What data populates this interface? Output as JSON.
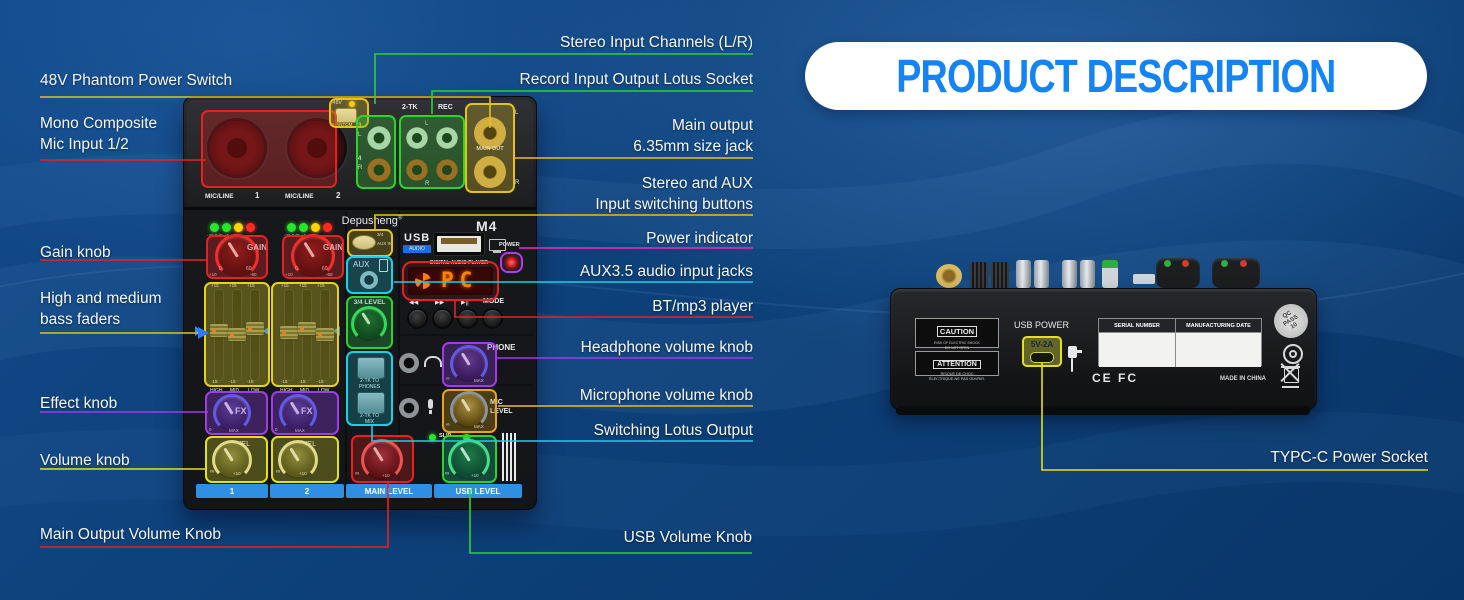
{
  "banner": {
    "title": "PRODUCT DESCRIPTION",
    "text_color": "#1484f4",
    "bg": "#ffffff"
  },
  "callouts": {
    "phantom": {
      "label": "48V Phantom Power Switch",
      "color": "#e5c213"
    },
    "mono_mic": {
      "label": "Mono Composite\nMic Input 1/2",
      "color": "#e82020"
    },
    "gain": {
      "label": "Gain knob",
      "color": "#e82020"
    },
    "faders": {
      "label": "High and medium\nbass faders",
      "color": "#e5c213"
    },
    "effect": {
      "label": "Effect knob",
      "color": "#a23ae8"
    },
    "volume": {
      "label": "Volume knob",
      "color": "#e5e213"
    },
    "main_output": {
      "label": "Main Output Volume Knob",
      "color": "#e82020"
    },
    "stereo_in": {
      "label": "Stereo Input Channels (L/R)",
      "color": "#2bd42b"
    },
    "record_io": {
      "label": "Record Input Output Lotus Socket",
      "color": "#2bd42b"
    },
    "main_out_jack": {
      "label": "Main output\n6.35mm size jack",
      "color": "#e5c213"
    },
    "stereo_aux": {
      "label": "Stereo and AUX\nInput switching buttons",
      "color": "#e5c213"
    },
    "power": {
      "label": "Power indicator",
      "color": "#f02bb8"
    },
    "aux_in": {
      "label": "AUX3.5 audio input jacks",
      "color": "#15d2e8"
    },
    "bt": {
      "label": "BT/mp3 player",
      "color": "#e82020"
    },
    "headphone": {
      "label": "Headphone volume knob",
      "color": "#a23ae8"
    },
    "mic_vol": {
      "label": "Microphone volume knob",
      "color": "#e5c213"
    },
    "lotus": {
      "label": "Switching Lotus Output",
      "color": "#15d2e8"
    },
    "usb_vol": {
      "label": "USB Volume Knob",
      "color": "#2bd42b"
    },
    "typec": {
      "label": "TYPC-C Power Socket",
      "color": "#e5e213"
    }
  },
  "front_panel": {
    "brand": "Depusheng",
    "reg": "®",
    "model": "M4",
    "mic_line": "MIC/LINE",
    "ch1": "1",
    "ch2": "2",
    "phantom_voltage": "+48V",
    "phantom": "PHANTOM",
    "st3": "3",
    "stL": "L",
    "st4": "4",
    "stR": "R",
    "two_tk": "2-TK",
    "rec": "REC",
    "tkL": "L",
    "tkR": "R",
    "main_out": "MAIN OUT",
    "outL": "L",
    "outR": "R",
    "led_scale": "-20  0dB  +6  +10",
    "gain": "GAIN",
    "gain_min": "0",
    "gain_max": "60",
    "gain_p10": "+10",
    "gain_m60": "-60",
    "fader_p15": "+15",
    "fader_m15": "-15",
    "eq_high": "HIGH",
    "eq_mid": "MID",
    "eq_low": "LOW",
    "fx": "FX",
    "zero": "0",
    "max": "MAX",
    "level": "LEVEL",
    "inf": "∞",
    "p10": "+10",
    "sw34": "3/4",
    "sw_aux": "AUX IN",
    "usb": "USB",
    "audio": "AUDIO",
    "dap": "DIGITAL AUDIO PLAYER",
    "power": "POWER",
    "display": "PC",
    "t_prev": "◀◀",
    "t_next": "▶▶",
    "t_play": "▶||",
    "mode": "MODE",
    "aux": "AUX",
    "level34": "3/4 LEVEL",
    "tk_phones": "2-TK TO\nPHONES",
    "tk_mix": "2-TK TO\nMIX",
    "phone": "PHONE",
    "mic": "MIC",
    "slip": "SLIP",
    "strip": [
      "1",
      "2",
      "MAIN LEVEL",
      "USB LEVEL"
    ]
  },
  "back_panel": {
    "caution": "CAUTION",
    "caution_sub": "RISK OF ELECTRIC SHOCK\nDO NOT OPEN",
    "attention": "ATTENTION",
    "attention_sub": "RISQUE DE CHOC\nÉLECTRIQUE-NE PAS OUVRIR.",
    "usb_power": "USB POWER",
    "usbc": "5V-2A",
    "serial": "SERIAL NUMBER",
    "mfg": "MANUFACTURING DATE",
    "cefc": "CE FC",
    "made": "MADE IN CHINA",
    "qc": "QC\nPASS\n10"
  }
}
